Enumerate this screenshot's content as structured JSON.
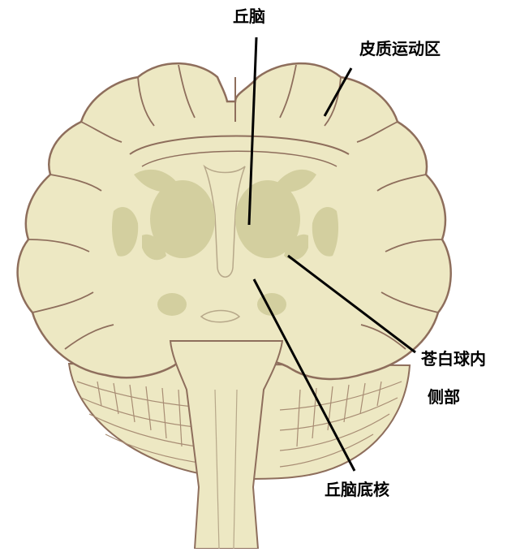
{
  "labels": {
    "thalamus": "丘脑",
    "motor_cortex": "皮质运动区",
    "globus_pallidus_internal_line1": "苍白球内",
    "globus_pallidus_internal_line2": "侧部",
    "subthalamic_nucleus": "丘脑底核"
  },
  "colors": {
    "brain_fill": "#ede8c3",
    "brain_outline": "#8e6e5c",
    "deep_nuclei": "#d3cf9f",
    "leader_line": "#000000",
    "label_text": "#000000"
  }
}
